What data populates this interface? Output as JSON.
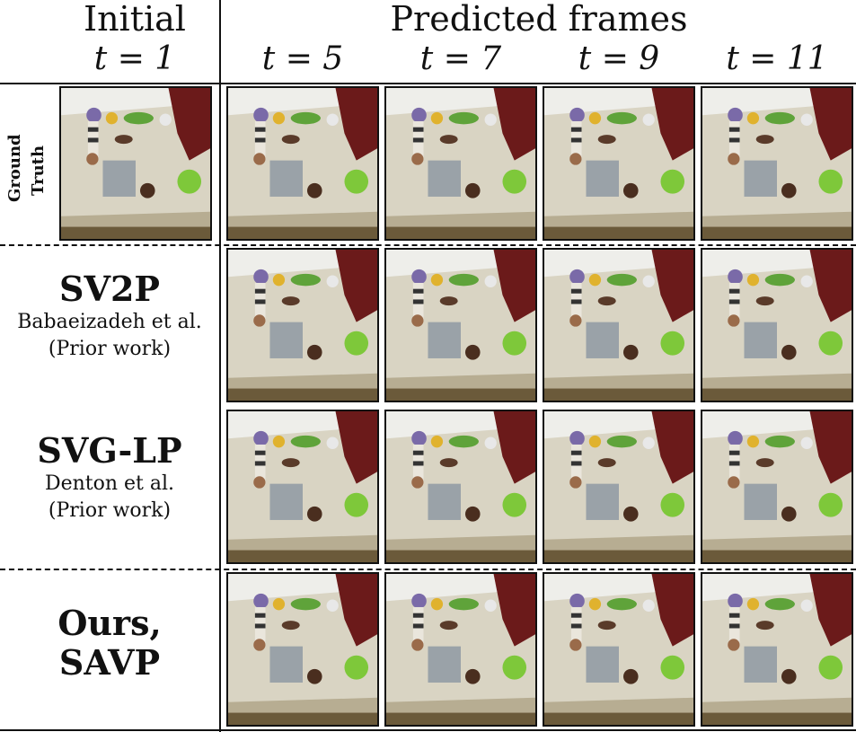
{
  "header": {
    "initial_label": "Initial",
    "initial_time": "t = 1",
    "predicted_label": "Predicted frames",
    "times": [
      "t = 5",
      "t = 7",
      "t = 9",
      "t = 11"
    ]
  },
  "rows": [
    {
      "method": "Ground Truth",
      "lines": [
        "Ground",
        "Truth"
      ],
      "cite": "",
      "note": ""
    },
    {
      "method": "SV2P",
      "cite": "Babaeizadeh et al.",
      "note": "(Prior work)"
    },
    {
      "method": "SVG-LP",
      "cite": "Denton et al.",
      "note": "(Prior work)"
    },
    {
      "method": "Ours,",
      "method2": "SAVP",
      "cite": "",
      "note": ""
    }
  ],
  "colors": {
    "table": "#d9d4c3",
    "floor": "#cfc8b0",
    "wall": "#eeeeea",
    "arm": "#6b1a1a",
    "ball": "#7ec83a",
    "foil": "#9aa2a8",
    "dark_ball": "#4a2e1f"
  }
}
